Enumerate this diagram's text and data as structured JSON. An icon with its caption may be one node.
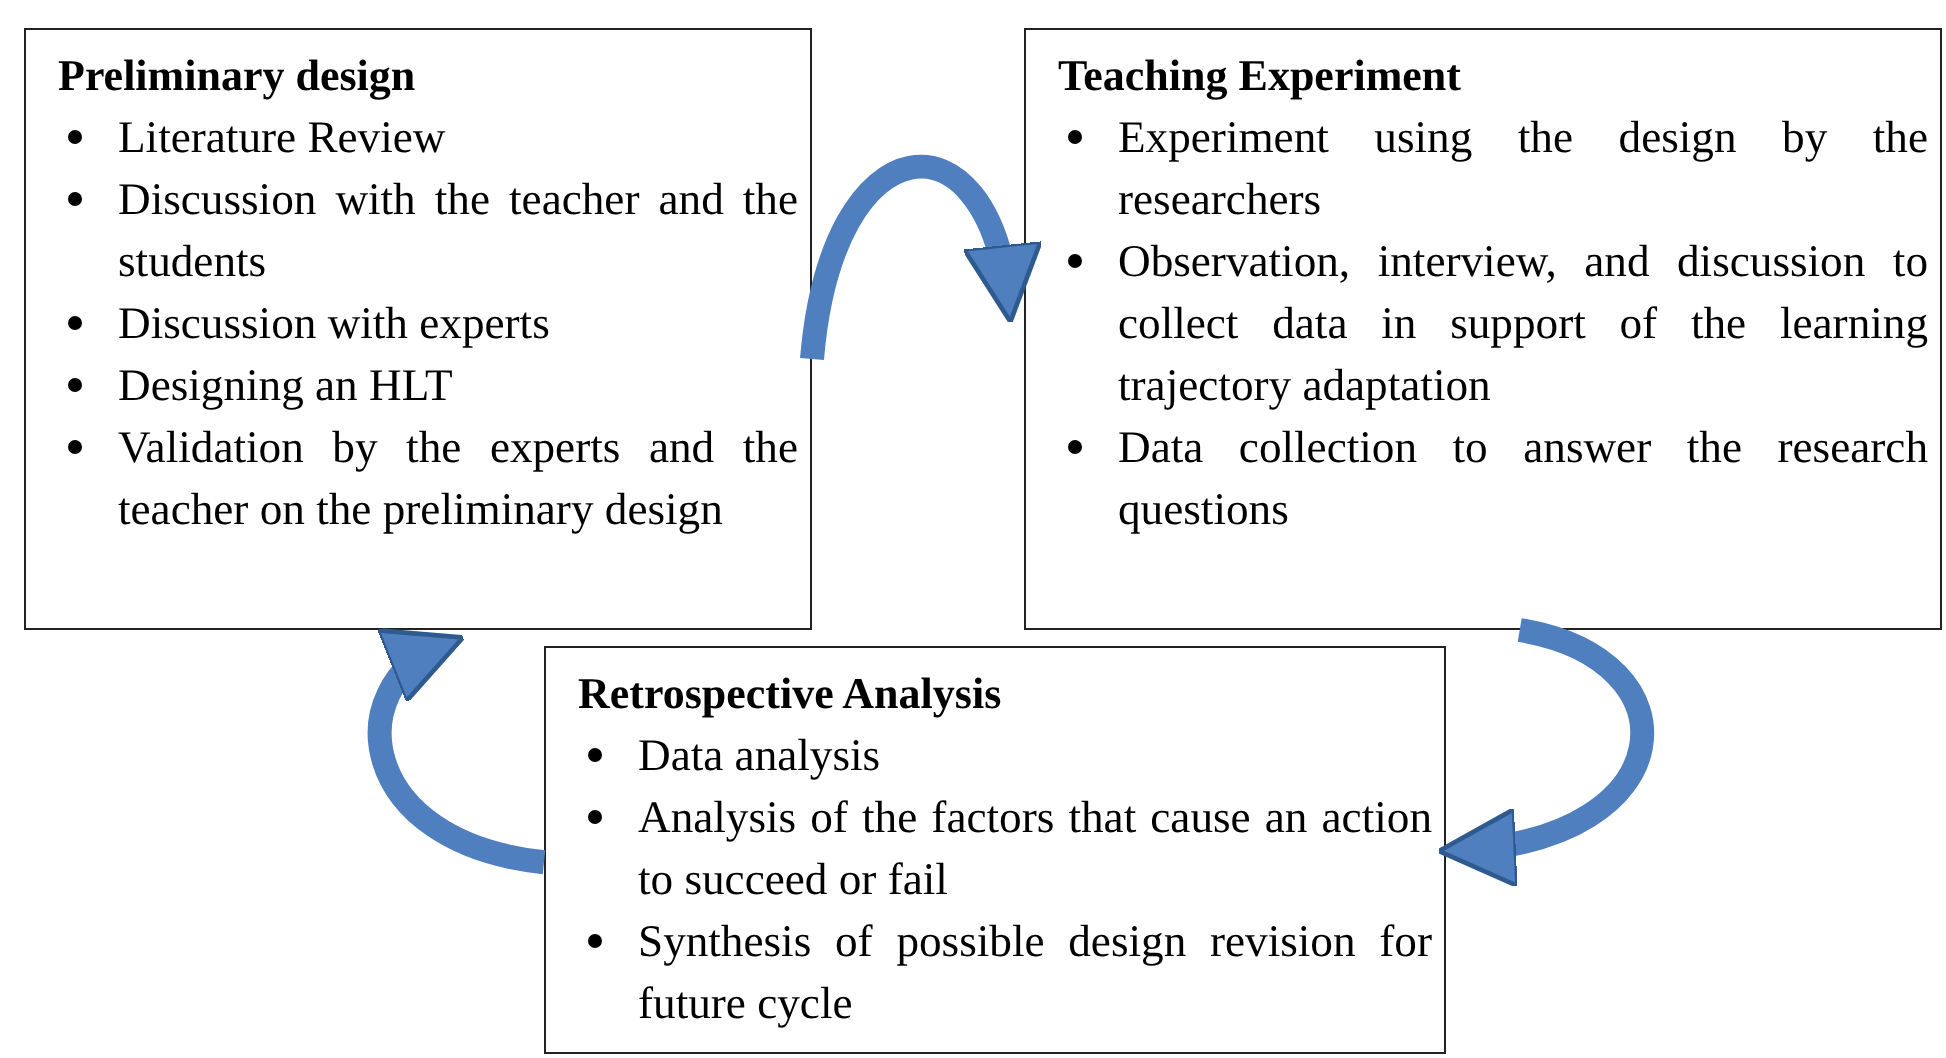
{
  "diagram": {
    "nodes": [
      {
        "text": [
          "Preliminary design",
          "Literature Review",
          "Discussion with the teacher and the students",
          "Discussion with experts",
          "Designing an HLT",
          "Validation by the experts and the teacher on the preliminary design"
        ]
      },
      {
        "text": [
          "Teaching Experiment",
          "Experiment using the design by the researchers",
          "Observation, interview, and discussion to collect data in support of the learning trajectory adaptation",
          "Data collection to answer the research questions"
        ]
      },
      {
        "text": [
          "Retrospective Analysis",
          "Data analysis",
          "Analysis of the factors that cause an action to succeed or fail",
          "Synthesis of possible design revision for future cycle"
        ]
      }
    ],
    "edges": [
      {
        "from": 0,
        "to": 1,
        "arrow": "to"
      },
      {
        "from": 1,
        "to": 2,
        "arrow": "to"
      },
      {
        "from": 2,
        "to": 0,
        "arrow": "to"
      }
    ]
  }
}
